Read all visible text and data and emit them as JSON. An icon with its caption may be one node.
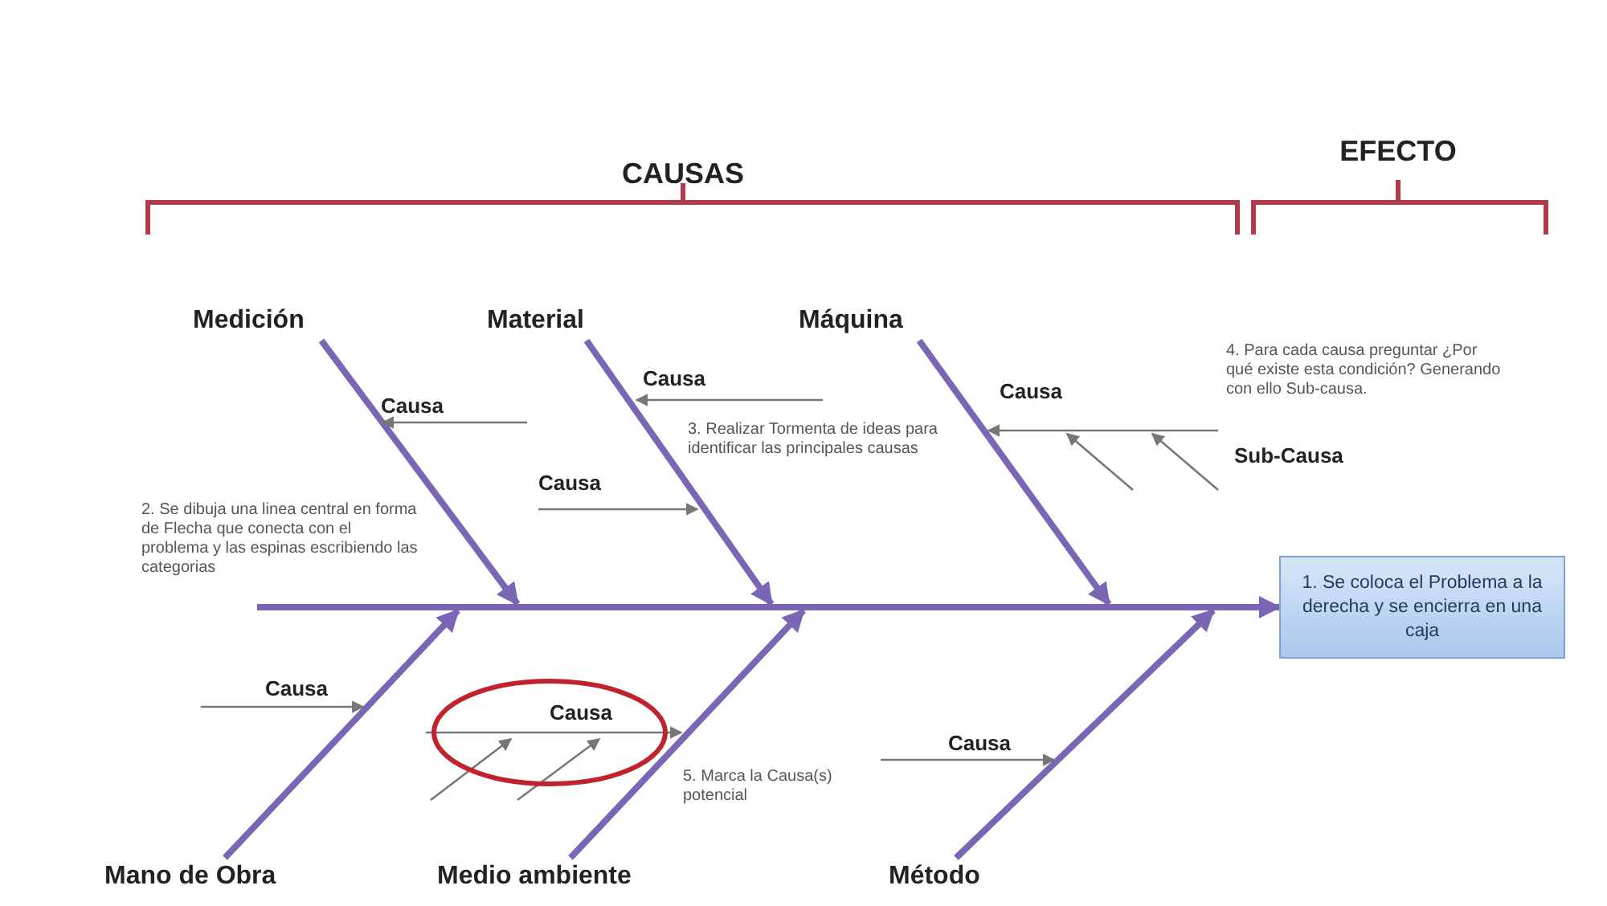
{
  "diagram": {
    "nodes": [
      {
        "text": [
          "Medición"
        ]
      },
      {
        "text": [
          "Material"
        ]
      },
      {
        "text": [
          "Máquina"
        ]
      },
      {
        "text": [],
        "shape": "bar"
      },
      {
        "text": [
          "1. Se coloca el Problema a la derecha y se encierra en una caja"
        ]
      },
      {
        "text": [
          "Mano de Obra"
        ]
      },
      {
        "text": [
          "Medio ambiente"
        ]
      },
      {
        "text": [
          "Método"
        ]
      }
    ],
    "edges": [
      {
        "from": 0,
        "to": 3,
        "arrow": "to"
      },
      {
        "from": 1,
        "to": 3,
        "arrow": "to"
      },
      {
        "from": 2,
        "to": 3,
        "arrow": "to"
      },
      {
        "from": 5,
        "to": 3,
        "arrow": "to"
      },
      {
        "from": 6,
        "to": 3,
        "arrow": "to"
      },
      {
        "from": 7,
        "to": 3,
        "arrow": "to"
      },
      {
        "from": 3,
        "to": 4,
        "arrow": "to"
      }
    ],
    "labels": [
      "CAUSAS",
      "EFECTO",
      "4. Para cada causa preguntar ¿Por qué existe esta condición? Generando con ello Sub-causa.",
      "Causa",
      "Causa",
      "Causa",
      "3. Realizar Tormenta de ideas para identificar las principales causas",
      "Sub-Causa",
      "Causa",
      "2. Se dibuja una linea central en forma de Flecha que conecta con el problema y las espinas escribiendo las categorias",
      "Causa",
      "Causa",
      "Causa",
      "5. Marca la Causa(s) potencial"
    ]
  }
}
